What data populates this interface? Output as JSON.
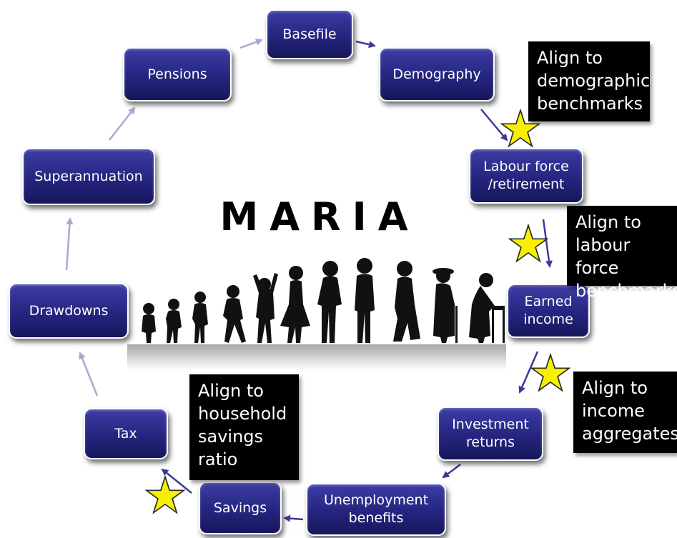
{
  "title": "MARIA",
  "colors": {
    "box_fill": "#25257f",
    "box_border": "#ffffff",
    "arrow": "#3a3a9a",
    "arrow_faded": "#a8a8d0",
    "note_fill": "#000000",
    "star_fill": "#f7f000"
  },
  "stages": {
    "basefile": "Basefile",
    "demography": "Demography",
    "labour_force": "Labour force\n/retirement",
    "earned_income": "Earned\nincome",
    "investment_returns": "Investment\nreturns",
    "unemployment_benefits": "Unemployment\nbenefits",
    "savings": "Savings",
    "tax": "Tax",
    "drawdowns": "Drawdowns",
    "superannuation": "Superannuation",
    "pensions": "Pensions"
  },
  "alignment_notes": {
    "demographic": "Align to\ndemographic\nbenchmarks",
    "labour_force": "Align to\nlabour force\nbenchmarks",
    "income": "Align to\nincome\naggregates",
    "household_savings": "Align to\nhousehold\nsavings\nratio"
  },
  "icons": {
    "star": "star-icon",
    "lifecycle": "human-lifecycle-silhouettes"
  }
}
